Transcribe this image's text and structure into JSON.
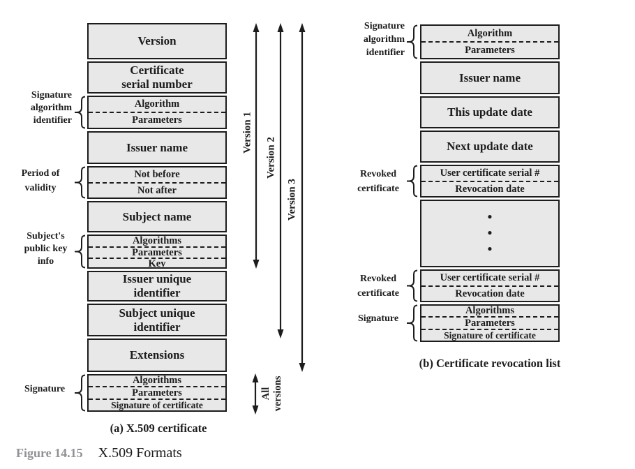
{
  "diagram_a": {
    "caption": "(a) X.509 certificate",
    "boxes": [
      {
        "lines": [
          "Version"
        ]
      },
      {
        "lines": [
          "Certificate",
          "serial number"
        ]
      },
      {
        "rows": [
          "Algorithm",
          "Parameters"
        ]
      },
      {
        "lines": [
          "Issuer name"
        ]
      },
      {
        "rows": [
          "Not before",
          "Not after"
        ]
      },
      {
        "lines": [
          "Subject name"
        ]
      },
      {
        "rows": [
          "Algorithms",
          "Parameters",
          "Key"
        ]
      },
      {
        "lines": [
          "Issuer unique",
          "identifier"
        ]
      },
      {
        "lines": [
          "Subject unique",
          "identifier"
        ]
      },
      {
        "lines": [
          "Extensions"
        ]
      },
      {
        "rows": [
          "Algorithms",
          "Parameters",
          "Signature of certificate"
        ]
      }
    ],
    "side_labels": [
      {
        "lines": [
          "Signature",
          "algorithm",
          "identifier"
        ]
      },
      {
        "lines": [
          "Period of",
          "validity"
        ]
      },
      {
        "lines": [
          "Subject's",
          "public key",
          "info"
        ]
      },
      {
        "lines": [
          "Signature"
        ]
      }
    ],
    "version_arrows": [
      "Version 1",
      "Version 2",
      "Version 3"
    ],
    "all_versions_label": [
      "All",
      "versions"
    ]
  },
  "diagram_b": {
    "caption": "(b) Certificate revocation list",
    "boxes": [
      {
        "rows": [
          "Algorithm",
          "Parameters"
        ]
      },
      {
        "lines": [
          "Issuer name"
        ]
      },
      {
        "lines": [
          "This update date"
        ]
      },
      {
        "lines": [
          "Next update date"
        ]
      },
      {
        "rows": [
          "User certificate serial #",
          "Revocation date"
        ]
      },
      {
        "dots": [
          "•",
          "•",
          "•"
        ]
      },
      {
        "rows": [
          "User certificate serial #",
          "Revocation date"
        ]
      },
      {
        "rows": [
          "Algorithms",
          "Parameters",
          "Signature of certificate"
        ]
      }
    ],
    "side_labels": [
      {
        "lines": [
          "Signature",
          "algorithm",
          "identifier"
        ]
      },
      {
        "lines": [
          "Revoked",
          "certificate"
        ]
      },
      {
        "lines": [
          "Revoked",
          "certificate"
        ]
      },
      {
        "lines": [
          "Signature"
        ]
      }
    ]
  },
  "figure_caption": {
    "label": "Figure 14.15",
    "title": "X.509 Formats"
  }
}
